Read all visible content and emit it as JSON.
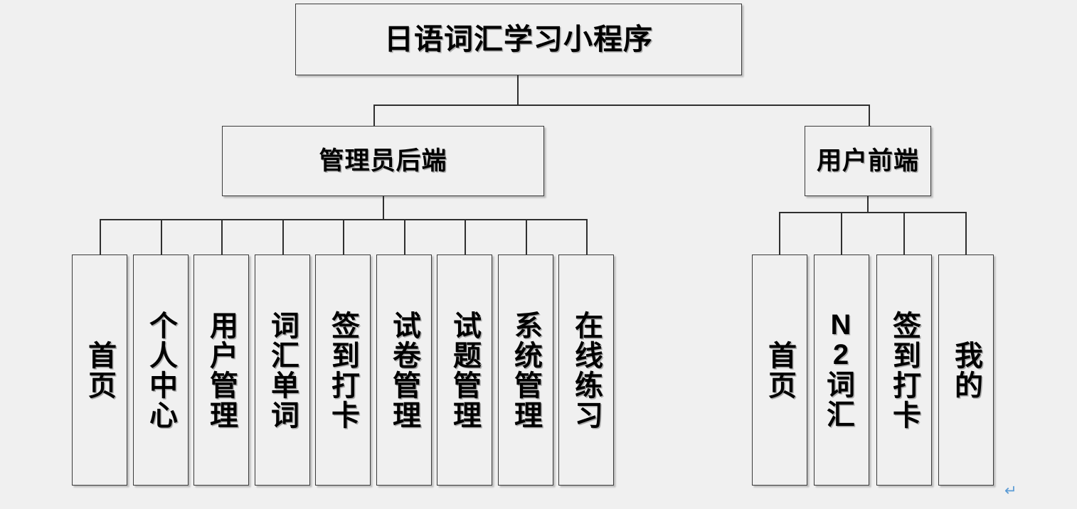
{
  "diagram": {
    "type": "tree",
    "title": "日语词汇学习小程序",
    "root": {
      "label": "日语词汇学习小程序"
    },
    "branches": [
      {
        "id": "admin",
        "label": "管理员后端",
        "children": [
          {
            "label": "首页"
          },
          {
            "label": "个人中心"
          },
          {
            "label": "用户管理"
          },
          {
            "label": "词汇单词"
          },
          {
            "label": "签到打卡"
          },
          {
            "label": "试卷管理"
          },
          {
            "label": "试题管理"
          },
          {
            "label": "系统管理"
          },
          {
            "label": "在线练习"
          }
        ]
      },
      {
        "id": "user",
        "label": "用户前端",
        "children": [
          {
            "label": "首页"
          },
          {
            "label": "N2词汇"
          },
          {
            "label": "签到打卡"
          },
          {
            "label": "我的"
          }
        ]
      }
    ]
  },
  "marks": {
    "paragraph_mark": "↵"
  },
  "colors": {
    "page_background": "#f0f0f0",
    "box_background": "#f0f0f0",
    "box_border": "#3a3a3a",
    "connector": "#2f2f2f",
    "text": "#000000",
    "paragraph_mark": "#5b9bd5"
  }
}
